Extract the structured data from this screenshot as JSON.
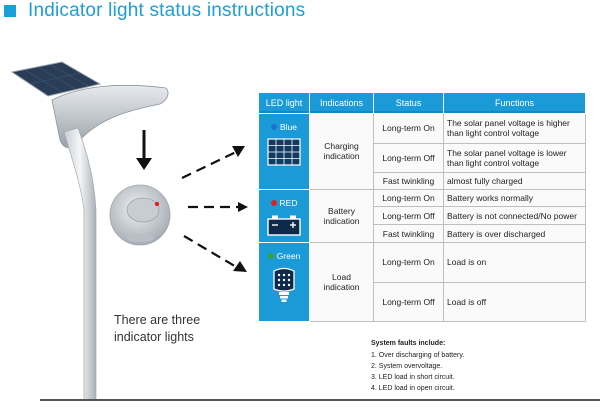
{
  "header": {
    "title": "Indicator light status instructions"
  },
  "caption": {
    "line1": "There are three",
    "line2": "indicator lights"
  },
  "table": {
    "headers": [
      "LED light",
      "Indications",
      "Status",
      "Functions"
    ],
    "groups": [
      {
        "led_label": "Blue",
        "led_color": "#1f6fd1",
        "icon": "solar-panel-icon",
        "indication_line1": "Charging",
        "indication_line2": "indication",
        "rows": [
          {
            "status": "Long-term On",
            "function_line1": "The solar panel voltage is higher",
            "function_line2": "than light control voltage"
          },
          {
            "status": "Long-term Off",
            "function_line1": "The solar panel voltage is lower",
            "function_line2": "than light control voltage"
          },
          {
            "status": "Fast twinkling",
            "function_line1": "almost fully charged",
            "function_line2": ""
          }
        ]
      },
      {
        "led_label": "RED",
        "led_color": "#e02020",
        "icon": "battery-icon",
        "indication_line1": "Battery",
        "indication_line2": "indication",
        "rows": [
          {
            "status": "Long-term On",
            "function_line1": "Battery works normally",
            "function_line2": ""
          },
          {
            "status": "Long-term Off",
            "function_line1": "Battery is not connected/No power",
            "function_line2": ""
          },
          {
            "status": "Fast twinkling",
            "function_line1": "Battery is over discharged",
            "function_line2": ""
          }
        ]
      },
      {
        "led_label": "Green",
        "led_color": "#3aa23a",
        "icon": "led-bulb-icon",
        "indication_line1": "Load",
        "indication_line2": "indication",
        "rows": [
          {
            "status": "Long-term On",
            "function_line1": "Load is on",
            "function_line2": ""
          },
          {
            "status": "Long-term Off",
            "function_line1": "Load is off",
            "function_line2": ""
          }
        ]
      }
    ]
  },
  "faults": {
    "heading": "System faults include:",
    "items": [
      "1. Over discharging of battery.",
      "2. System overvoltage.",
      "3. LED load in short circuit.",
      "4. LED load in open circuit."
    ]
  },
  "colors": {
    "accent": "#1a9bd7",
    "title": "#1aa0d8"
  }
}
